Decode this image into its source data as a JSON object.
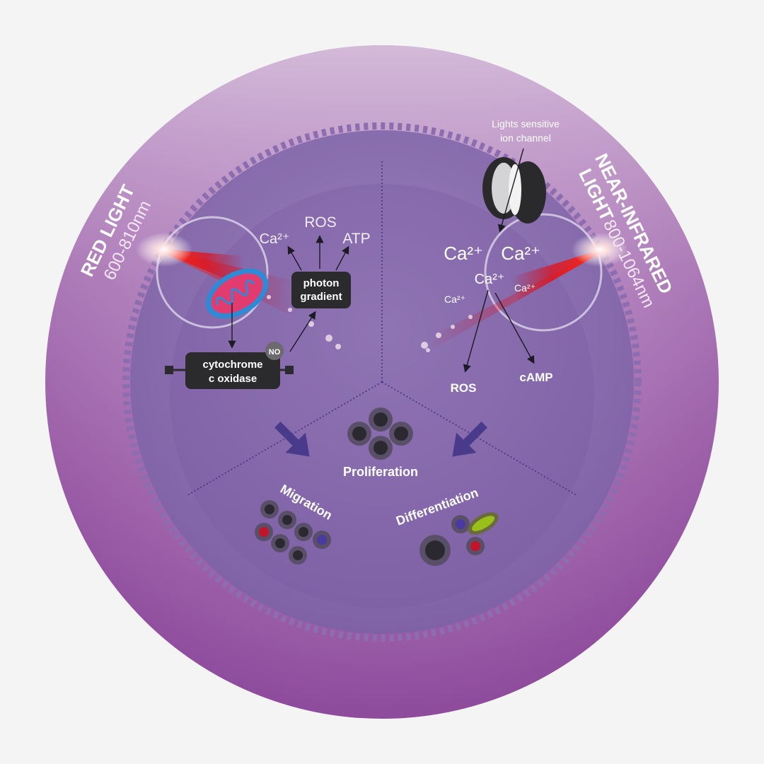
{
  "red_light": {
    "title": "RED LIGHT",
    "range": "600-810nm"
  },
  "nir_light": {
    "title_line1": "NEAR-INFRARED",
    "title_line2": "LIGHT",
    "range": "800-1064nm"
  },
  "left_panel": {
    "ca": "Ca²⁺",
    "ros": "ROS",
    "atp": "ATP",
    "photon_gradient_line1": "photon",
    "photon_gradient_line2": "gradient",
    "cytochrome_line1": "cytochrome",
    "cytochrome_line2": "c oxidase",
    "no_badge": "NO"
  },
  "right_panel": {
    "ion_channel_line1": "Lights sensitive",
    "ion_channel_line2": "ion channel",
    "ca_large_left": "Ca²⁺",
    "ca_large_right": "Ca²⁺",
    "ca_medium": "Ca²⁺",
    "ca_small_left": "Ca²⁺",
    "ca_small_right": "Ca²⁺",
    "ros": "ROS",
    "camp": "cAMP"
  },
  "outcomes": {
    "proliferation": "Proliferation",
    "migration": "Migration",
    "differentiation": "Differentiation"
  },
  "colors": {
    "page_bg": "#f4f4f5",
    "outer_disc": "#9b5fa6",
    "inner_disc": "#8466a8",
    "laser_red": "#ff1e10",
    "label_box": "#2b2b2e",
    "arrow_purple": "#4a3a8c",
    "cell_dark": "#3a3540",
    "cell_red": "#c4142a",
    "cell_blue": "#4a3aa0",
    "cell_green": "#9bbf1a"
  }
}
